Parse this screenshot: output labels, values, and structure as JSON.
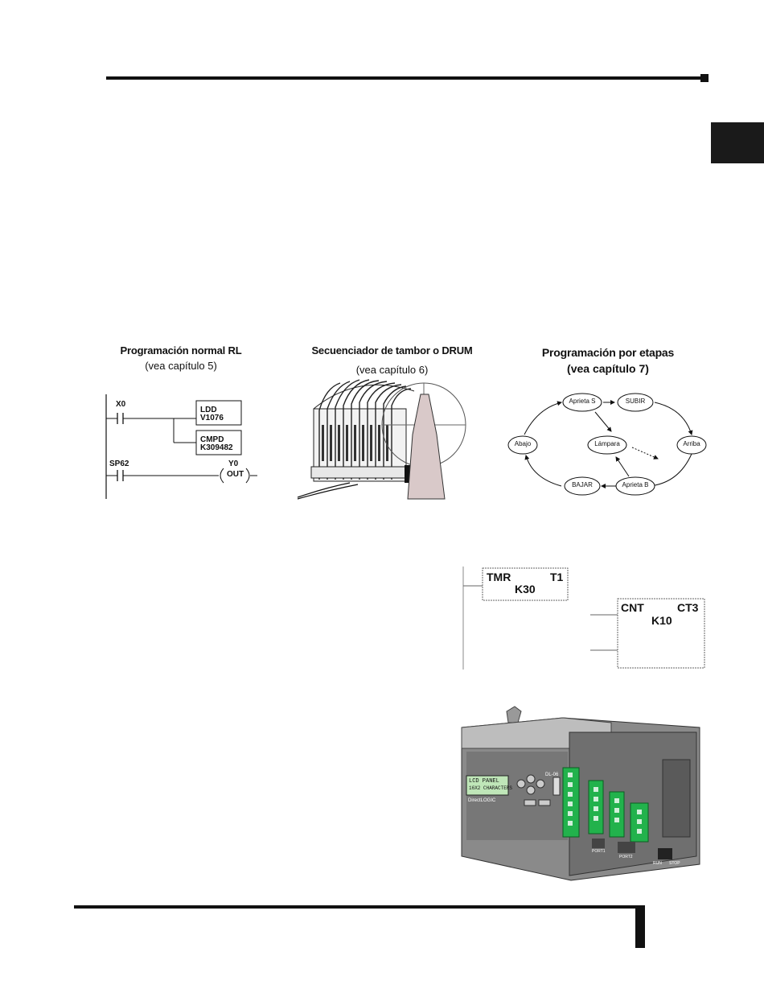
{
  "figures": {
    "rll": {
      "title": "Programación normal RL",
      "subtitle": "(vea capítulo 5)",
      "contact1": "X0",
      "box1_line1": "LDD",
      "box1_line2": "V1076",
      "box2_line1": "CMPD",
      "box2_line2": "K309482",
      "contact2": "SP62",
      "coil_addr": "Y0",
      "coil_label": "OUT"
    },
    "drum": {
      "title": "Secuenciador de tambor o DRUM",
      "subtitle": "(vea capítulo 6)"
    },
    "stage": {
      "title": "Programación por etapas",
      "subtitle": "(vea capítulo 7)",
      "nodes": {
        "aprieta_s": "Aprieta S",
        "subir": "SUBIR",
        "abajo": "Abajo",
        "lampara": "Lámpara",
        "arriba": "Arriba",
        "bajar": "BAJAR",
        "aprieta_b": "Aprieta B"
      }
    },
    "timer_counter": {
      "tmr": "TMR",
      "tmr_id": "T1",
      "tmr_preset": "K30",
      "cnt": "CNT",
      "cnt_id": "CT3",
      "cnt_preset": "K10"
    },
    "plc": {
      "lcd_line1": "LCD  PANEL",
      "lcd_line2": "16X2  CHARACTERS",
      "model": "DL-06",
      "brand": "DirectLOGIC",
      "port1": "PORT1",
      "port2": "PORT2",
      "run": "RUN",
      "stop": "STOP"
    }
  }
}
